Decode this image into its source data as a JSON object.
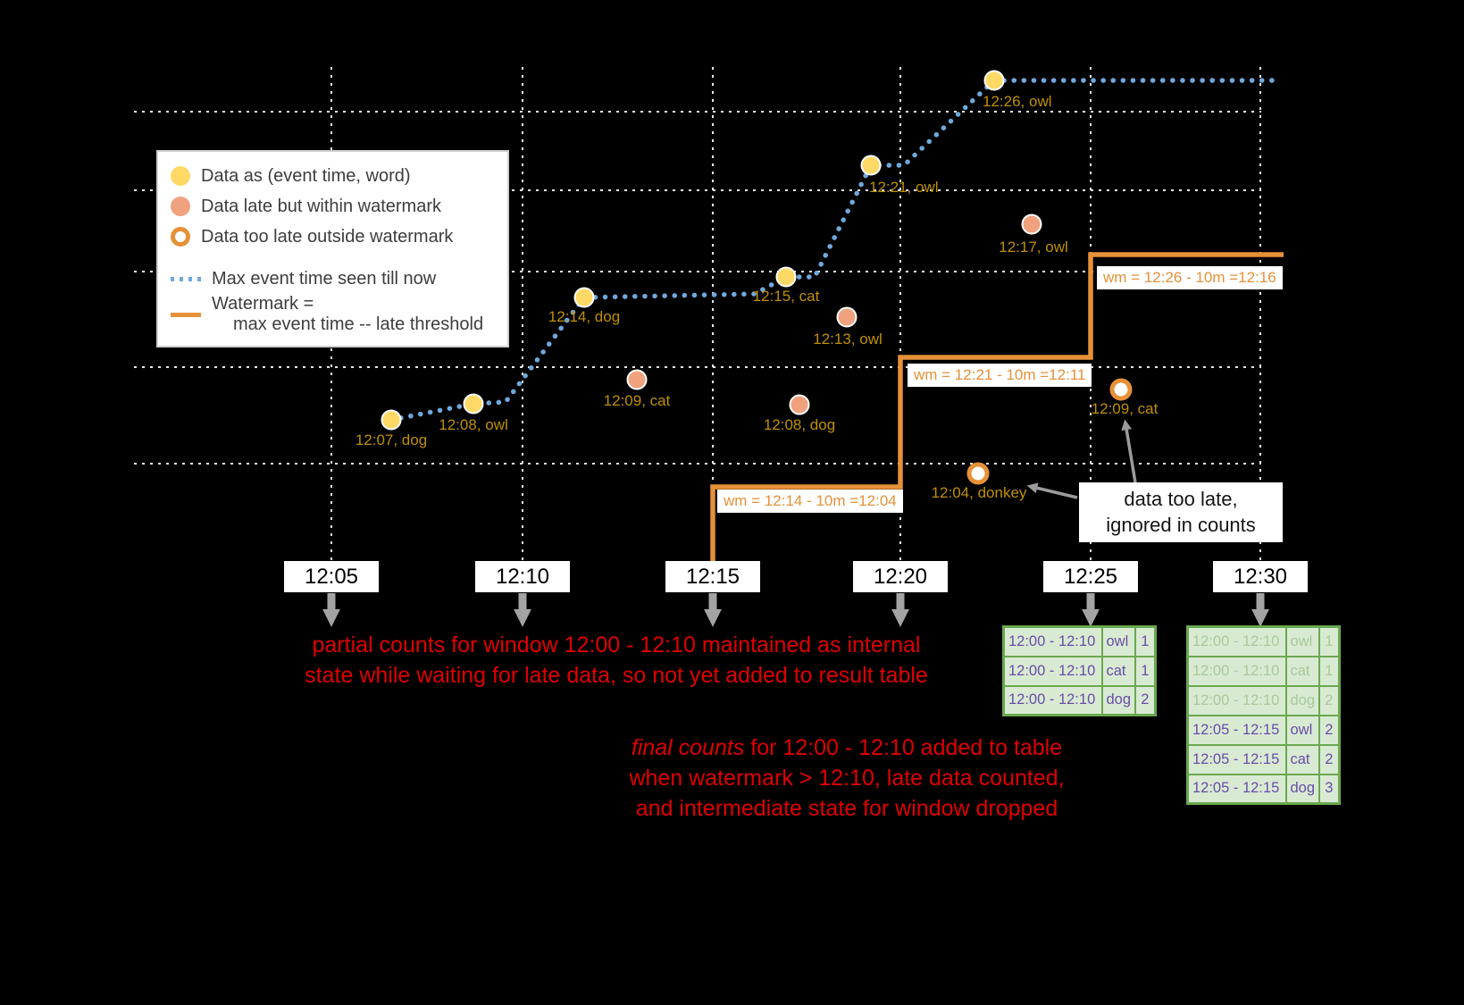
{
  "diagram": {
    "legend": {
      "items": [
        {
          "marker": "yellow-dot",
          "label": "Data as (event time, word)"
        },
        {
          "marker": "salmon-dot",
          "label": "Data late but within watermark"
        },
        {
          "marker": "hollow-ring",
          "label": "Data too late outside watermark"
        },
        {
          "marker": "blue-dotted-line",
          "label": "Max event time seen till now"
        },
        {
          "marker": "orange-line",
          "label": "Watermark =",
          "label2": "max event time -- late threshold"
        }
      ]
    },
    "axis_ticks": [
      "12:05",
      "12:10",
      "12:15",
      "12:20",
      "12:25",
      "12:30"
    ],
    "events": {
      "ontime": [
        {
          "label": "12:07, dog"
        },
        {
          "label": "12:08, owl"
        },
        {
          "label": "12:14, dog"
        },
        {
          "label": "12:15, cat"
        },
        {
          "label": "12:21, owl"
        },
        {
          "label": "12:26, owl"
        }
      ],
      "late": [
        {
          "label": "12:09, cat"
        },
        {
          "label": "12:08, dog"
        },
        {
          "label": "12:13, owl"
        },
        {
          "label": "12:17, owl"
        }
      ],
      "too_late": [
        {
          "label": "12:04, donkey"
        },
        {
          "label": "12:09, cat"
        }
      ]
    },
    "watermark_labels": [
      "wm = 12:14 - 10m =12:04",
      "wm = 12:21 - 10m =12:11",
      "wm = 12:26 - 10m =12:16"
    ],
    "annotations": {
      "partial_line1": "partial counts for window 12:00 - 12:10 maintained as internal",
      "partial_line2": "state while waiting for late data, so not yet added  to result table",
      "final_lead": "final counts",
      "final_line1_rest": " for 12:00 - 12:10 added to table",
      "final_line2": "when watermark > 12:10, late data counted,",
      "final_line3": "and intermediate state for window dropped",
      "too_late_note_line1": "data too late,",
      "too_late_note_line2": "ignored in counts"
    },
    "tables": {
      "t1": {
        "rows": [
          {
            "window": "12:00 - 12:10",
            "word": "owl",
            "count": "1"
          },
          {
            "window": "12:00 - 12:10",
            "word": "cat",
            "count": "1"
          },
          {
            "window": "12:00 - 12:10",
            "word": "dog",
            "count": "2"
          }
        ]
      },
      "t2": {
        "rows": [
          {
            "window": "12:00 - 12:10",
            "word": "owl",
            "count": "1"
          },
          {
            "window": "12:00 - 12:10",
            "word": "cat",
            "count": "1"
          },
          {
            "window": "12:00 - 12:10",
            "word": "dog",
            "count": "2"
          },
          {
            "window": "12:05 - 12:15",
            "word": "owl",
            "count": "2"
          },
          {
            "window": "12:05 - 12:15",
            "word": "cat",
            "count": "2"
          },
          {
            "window": "12:05 - 12:15",
            "word": "dog",
            "count": "3"
          }
        ]
      }
    },
    "colors": {
      "ontime": "#ffd966",
      "late": "#f0a17e",
      "watermark": "#e69138",
      "max_event_line": "#6fa8dc",
      "event_label": "#bf9000",
      "annotation_red": "#e00000",
      "table_text": "#674ea7",
      "table_border": "#6aa84f",
      "table_bg": "#d9ead3"
    }
  }
}
